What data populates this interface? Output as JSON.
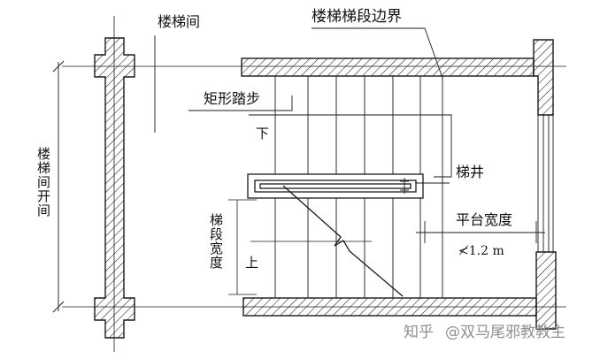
{
  "labels": {
    "stairwell": "楼梯间",
    "flight_boundary": "楼梯梯段边界",
    "rect_tread": "矩形踏步",
    "down": "下",
    "well": "梯井",
    "landing_width": "平台宽度",
    "landing_dim": "≮1.2 m",
    "flight_width": "梯段宽度",
    "up": "上",
    "bay_width": "楼梯间开间"
  },
  "watermark": {
    "zhihu": "知乎",
    "author": "@双马尾邪教教主"
  },
  "colors": {
    "line": "#1a1a1a",
    "background": "#ffffff",
    "watermark": "#8f8f8f"
  }
}
